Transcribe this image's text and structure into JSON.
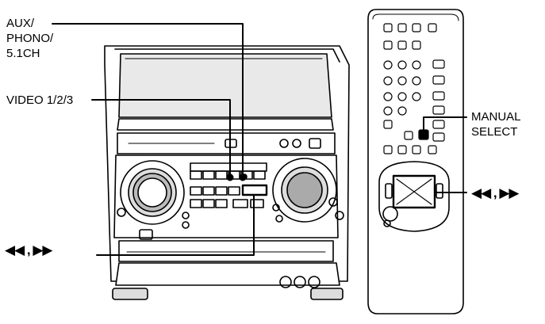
{
  "labels": {
    "aux_line1": "AUX/",
    "aux_line2": "PHONO/",
    "aux_line3": "5.1CH",
    "video": "VIDEO 1/2/3",
    "manual_line1": "MANUAL",
    "manual_line2": "SELECT",
    "skip_left": "◀◀ , ▶▶",
    "skip_right": "◀◀ , ▶▶"
  },
  "icons": {
    "stereo": "stereo-system-illustration",
    "remote": "remote-control-illustration"
  }
}
